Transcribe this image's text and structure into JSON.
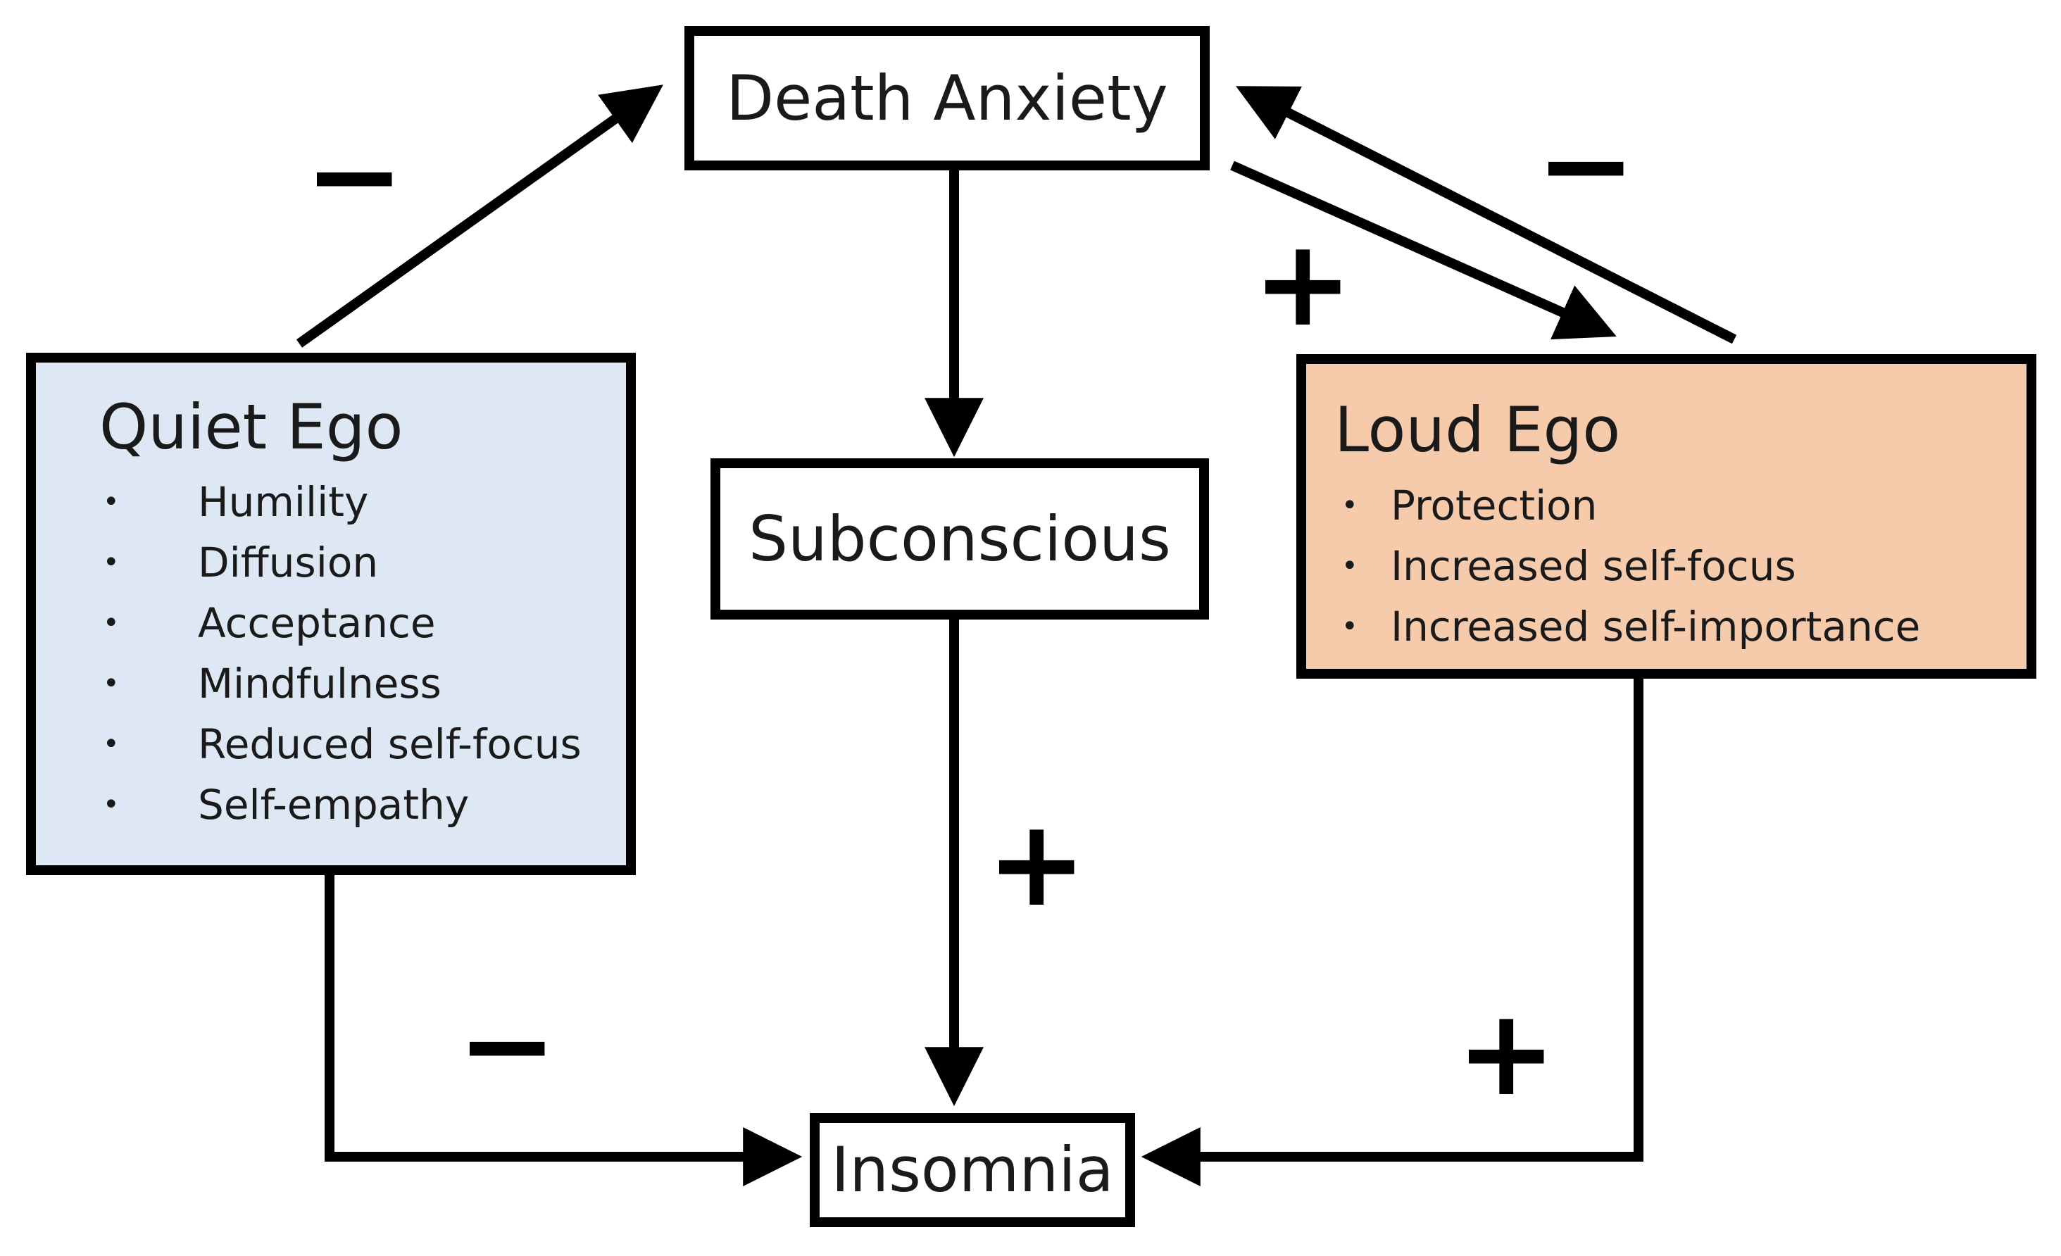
{
  "diagram": {
    "death_anxiety": "Death Anxiety",
    "subconscious": "Subconscious",
    "insomnia": "Insomnia",
    "quiet_ego": {
      "title": "Quiet Ego",
      "items": [
        "Humility",
        "Diffusion",
        "Acceptance",
        "Mindfulness",
        "Reduced self-focus",
        "Self-empathy"
      ],
      "background": "#dde8f4"
    },
    "loud_ego": {
      "title": "Loud Ego",
      "items": [
        "Protection",
        "Increased self-focus",
        "Increased self-importance"
      ],
      "background": "#f6cbab"
    },
    "bullet": "•",
    "signs": {
      "quiet_to_death_anxiety": "−",
      "death_anxiety_to_loud": "+",
      "loud_to_death_anxiety": "−",
      "subconscious_to_insomnia": "+",
      "quiet_to_insomnia": "−",
      "loud_to_insomnia": "+"
    }
  }
}
